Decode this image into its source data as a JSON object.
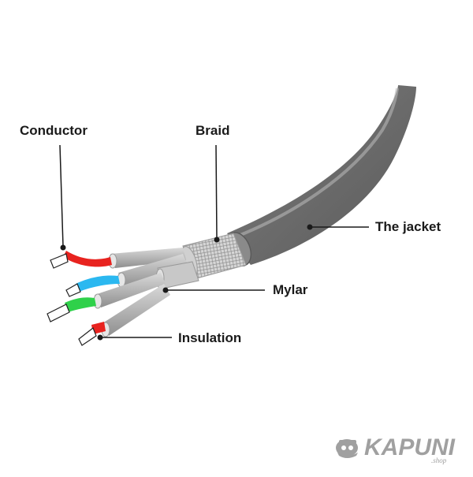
{
  "labels": {
    "conductor": "Conductor",
    "braid": "Braid",
    "jacket": "The jacket",
    "mylar": "Mylar",
    "insulation": "Insulation"
  },
  "logo": {
    "text": "KAPUNI",
    "sub": ".shop"
  },
  "colors": {
    "jacket": "#6d6d6d",
    "jacket_highlight": "#a8a8a8",
    "braid": "#cfcfcf",
    "mylar": "#bdbdbd",
    "wire_red": "#e8231f",
    "wire_blue": "#2bb8f0",
    "wire_green": "#2fd14a",
    "copper": "#ffffff",
    "leader": "#1a1a1a",
    "logo": "#a0a0a0"
  },
  "icons": {
    "logo_mascot": "mascot-head-icon"
  }
}
